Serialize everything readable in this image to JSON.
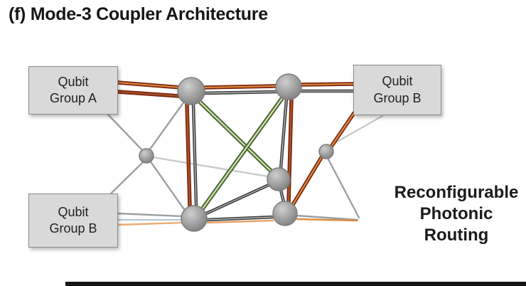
{
  "title": "(f) Mode-3 Coupler Architecture",
  "boxes": {
    "qubit_group_a": "Qubit\nGroup A",
    "qubit_group_b_top": "Qubit\nGroup B",
    "qubit_group_b_bottom": "Qubit\nGroup B"
  },
  "annotation": "Reconfigurable\nPhotonic\nRouting",
  "colors": {
    "title_color": "#161616",
    "box_fill": "#d9d9d9",
    "box_border": "#8c8c8c",
    "node_light": "#cfcfcf",
    "node_dark": "#7d7d7d",
    "edge_gray": "#9aa0a4",
    "edge_dark": "#3d3d3d",
    "edge_dark_core": "#c9c9c9",
    "edge_red": "#7a2512",
    "edge_orange": "#e08a3c",
    "edge_green_outer": "#3f5a2a",
    "edge_green_inner": "#8fae5f",
    "bottom_bar": "#161616"
  }
}
